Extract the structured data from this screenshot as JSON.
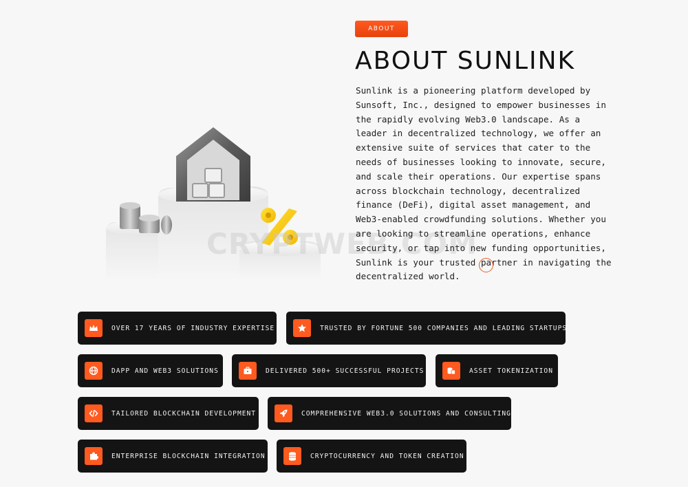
{
  "about": {
    "badge": "ABOUT",
    "title": "ABOUT SUNLINK",
    "body": "Sunlink is a pioneering platform developed by Sunsoft, Inc., designed to empower businesses in the rapidly evolving Web3.0 landscape. As a leader in decentralized technology, we offer an extensive suite of services that cater to the needs of businesses looking to innovate, secure, and scale their operations. Our expertise spans across blockchain technology, decentralized finance (DeFi), digital asset management, and Web3-enabled crowdfunding solutions. Whether you are looking to streamline operations, enhance security, or tap into new funding opportunities, Sunlink is your trusted partner in navigating the decentralized world."
  },
  "watermark": "CRYPTWEB.COM",
  "features": [
    {
      "label": "OVER 17 YEARS OF INDUSTRY EXPERTISE",
      "icon": "crown-icon"
    },
    {
      "label": "TRUSTED BY FORTUNE 500 COMPANIES AND LEADING STARTUPS",
      "icon": "star-icon"
    },
    {
      "label": "DAPP AND WEB3 SOLUTIONS",
      "icon": "globe-icon"
    },
    {
      "label": "DELIVERED 500+ SUCCESSFUL PROJECTS",
      "icon": "briefcase-icon"
    },
    {
      "label": "ASSET TOKENIZATION",
      "icon": "coins-icon"
    },
    {
      "label": "TAILORED BLOCKCHAIN DEVELOPMENT",
      "icon": "code-icon"
    },
    {
      "label": "COMPREHENSIVE WEB3.0 SOLUTIONS AND CONSULTING",
      "icon": "rocket-icon"
    },
    {
      "label": "ENTERPRISE BLOCKCHAIN INTEGRATION",
      "icon": "puzzle-icon"
    },
    {
      "label": "CRYPTOCURRENCY AND TOKEN CREATION",
      "icon": "coin-stack-icon"
    }
  ],
  "colors": {
    "accent": "#ff5a1f",
    "pill_background": "#141414",
    "page_background": "#f7f7f7"
  }
}
